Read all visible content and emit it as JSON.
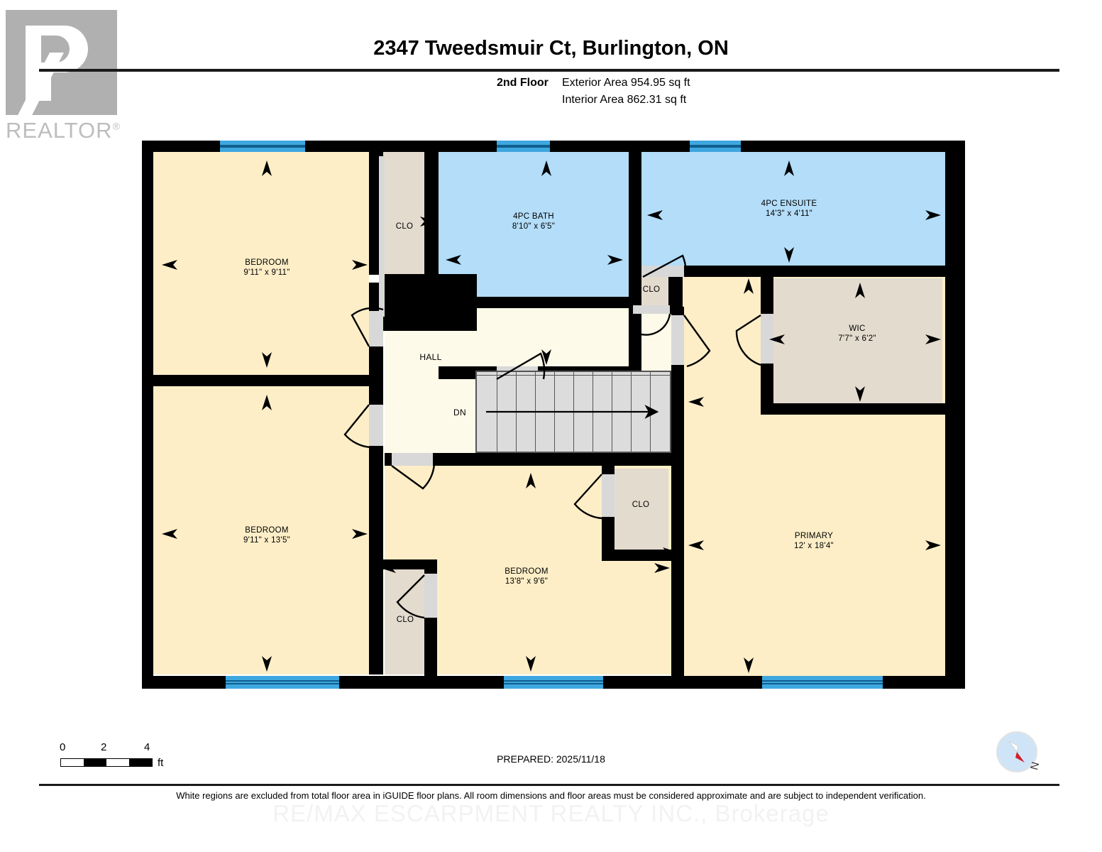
{
  "logo": {
    "text": "REALTOR",
    "mark": "®",
    "name": "realtor-logo"
  },
  "header": {
    "title": "2347 Tweedsmuir Ct, Burlington, ON",
    "floor_label": "2nd Floor",
    "exterior_area": "Exterior Area 954.95 sq ft",
    "interior_area": "Interior Area 862.31 sq ft"
  },
  "rooms": [
    {
      "key": "bedroom_nw",
      "name": "BEDROOM",
      "dim": "9'11\" x 9'11\""
    },
    {
      "key": "clo_nw",
      "name": "CLO",
      "dim": ""
    },
    {
      "key": "bath",
      "name": "4PC BATH",
      "dim": "8'10\" x 6'5\""
    },
    {
      "key": "ensuite",
      "name": "4PC ENSUITE",
      "dim": "14'3\" x 4'11\""
    },
    {
      "key": "clo_hall",
      "name": "CLO",
      "dim": ""
    },
    {
      "key": "wic",
      "name": "WIC",
      "dim": "7'7\" x 6'2\""
    },
    {
      "key": "hall",
      "name": "HALL",
      "dim": ""
    },
    {
      "key": "stairs_dn",
      "name": "DN",
      "dim": ""
    },
    {
      "key": "bedroom_sw",
      "name": "BEDROOM",
      "dim": "9'11\" x 13'5\""
    },
    {
      "key": "bedroom_s",
      "name": "BEDROOM",
      "dim": "13'8\" x 9'6\""
    },
    {
      "key": "clo_s",
      "name": "CLO",
      "dim": ""
    },
    {
      "key": "clo_sw",
      "name": "CLO",
      "dim": ""
    },
    {
      "key": "primary",
      "name": "PRIMARY",
      "dim": "12' x 18'4\""
    }
  ],
  "scale": {
    "ticks": [
      "0",
      "2",
      "4"
    ],
    "unit": "ft"
  },
  "footer": {
    "prepared": "PREPARED: 2025/11/18",
    "disclaimer": "White regions are excluded from total floor area in iGUIDE floor plans. All room dimensions and floor areas must be considered approximate and are subject to independent verification.",
    "watermark": "RE/MAX ESCARPMENT REALTY INC., Brokerage"
  },
  "compass": {
    "north_label": "N"
  },
  "colors": {
    "wall": "#000000",
    "bedroom_fill": "#fdeec7",
    "bath_fill": "#b3ddf9",
    "closet_fill": "#e4dbcf",
    "hall_fill": "#fefaea",
    "window": "#3ea7e0",
    "stairs": "#dcdcdc"
  }
}
